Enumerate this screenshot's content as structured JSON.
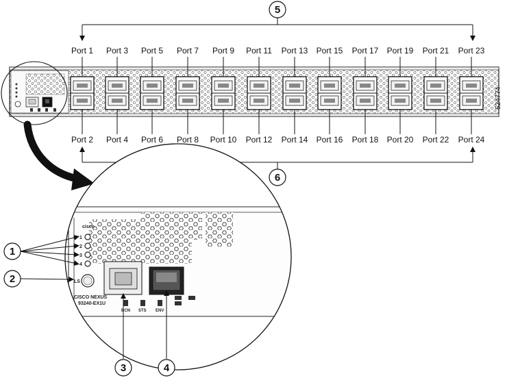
{
  "figure": {
    "number": "524774"
  },
  "ports_top": [
    "Port 1",
    "Port 3",
    "Port 5",
    "Port 7",
    "Port 9",
    "Port 11",
    "Port 13",
    "Port 15",
    "Port 17",
    "Port 19",
    "Port 21",
    "Port 23"
  ],
  "ports_bottom": [
    "Port 2",
    "Port 4",
    "Port 6",
    "Port 8",
    "Port 10",
    "Port 12",
    "Port 14",
    "Port 16",
    "Port 18",
    "Port 20",
    "Port 22",
    "Port 24"
  ],
  "callouts": {
    "c1": "1",
    "c2": "2",
    "c3": "3",
    "c4": "4",
    "c5": "5",
    "c6": "6"
  },
  "detail": {
    "brand": "cisco",
    "leds": [
      "1",
      "2",
      "3",
      "4"
    ],
    "ls_label": "LS",
    "model_line1": "CISCO NEXUS",
    "model_line2": "93240-EX1U",
    "rj45_sub": [
      "BCN",
      "STS",
      "ENV"
    ]
  }
}
